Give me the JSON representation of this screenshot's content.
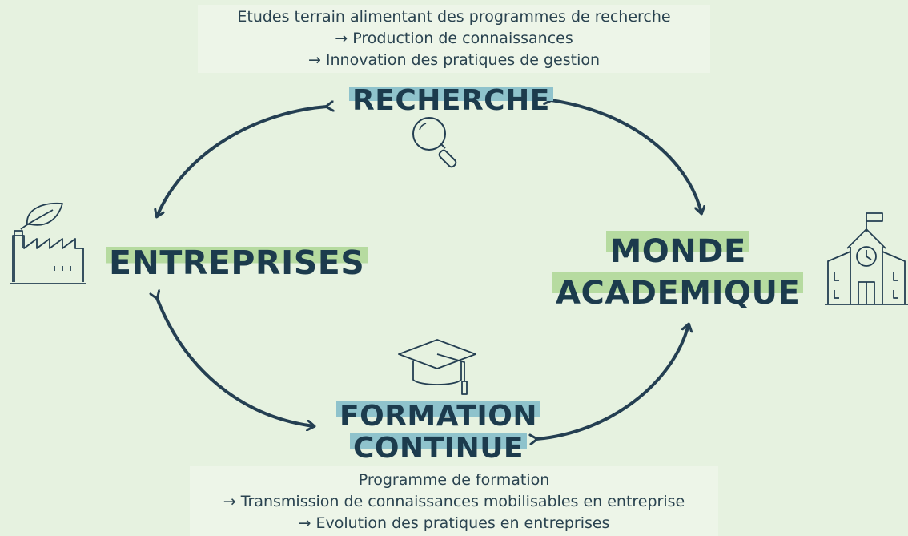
{
  "top_caption": {
    "line1": "Etudes terrain alimentant des programmes de recherche",
    "line2": "→ Production de connaissances",
    "line3": "→ Innovation des pratiques de gestion"
  },
  "bottom_caption": {
    "line1": "Programme de formation",
    "line2": "→ Transmission de connaissances mobilisables en entreprise",
    "line3": "→ Evolution des pratiques en entreprises"
  },
  "nodes": {
    "recherche": "RECHERCHE",
    "entreprises": "ENTREPRISES",
    "monde_line1": "MONDE",
    "monde_line2": "ACADEMIQUE",
    "formation_line1": "FORMATION",
    "formation_line2": "CONTINUE"
  },
  "colors": {
    "background": "#e6f2e0",
    "text": "#1c3b4d",
    "highlight_blue": "#8fc3cc",
    "highlight_green": "#b6dba0"
  },
  "icons": [
    "magnifier-icon",
    "factory-leaf-icon",
    "school-building-icon",
    "graduation-cap-icon"
  ]
}
